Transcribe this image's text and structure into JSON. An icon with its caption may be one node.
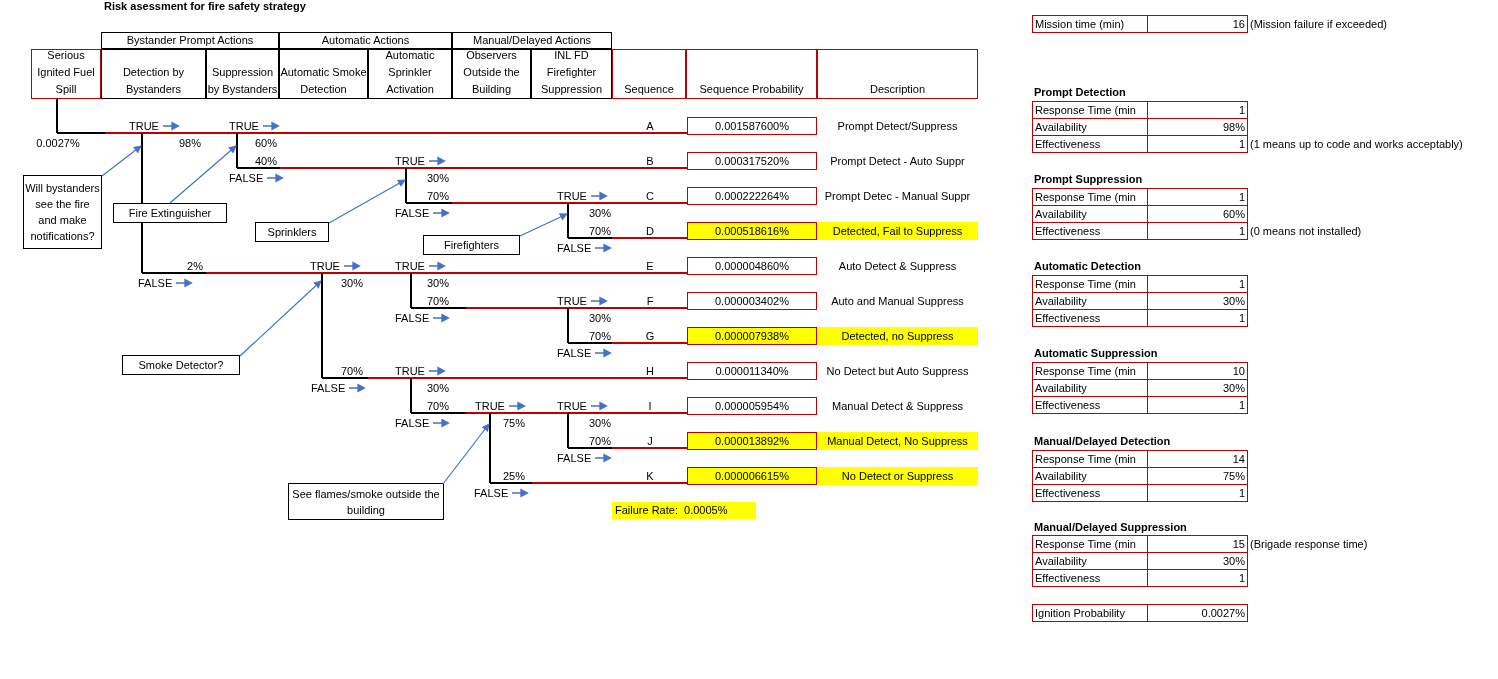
{
  "diagram": {
    "title": "Risk asessment for fire safety strategy",
    "nodes": [
      {
        "text": [
          "Will bystanders see the fire and make notifications?"
        ]
      },
      {
        "text": [
          "Fire Extinguisher"
        ]
      },
      {
        "text": [
          "Sprinklers"
        ]
      },
      {
        "text": [
          "Firefighters"
        ]
      },
      {
        "text": [
          "Smoke Detector?"
        ]
      },
      {
        "text": [
          "See flames/smoke outside the building"
        ]
      },
      {
        "text": [],
        "shape": "line"
      },
      {
        "text": [],
        "shape": "line"
      },
      {
        "text": [],
        "shape": "line"
      },
      {
        "text": [],
        "shape": "line"
      },
      {
        "text": [],
        "shape": "line"
      },
      {
        "text": [],
        "shape": "line"
      }
    ],
    "edges": [
      {
        "from": 0,
        "to": 6,
        "arrow": "to"
      },
      {
        "from": 1,
        "to": 7,
        "arrow": "to"
      },
      {
        "from": 2,
        "to": 9,
        "arrow": "to"
      },
      {
        "from": 3,
        "to": 11,
        "arrow": "to"
      },
      {
        "from": 4,
        "to": 8,
        "arrow": "to"
      },
      {
        "from": 5,
        "to": 10,
        "arrow": "to"
      }
    ],
    "labels": [
      "Bystander Prompt Actions",
      "Automatic Actions",
      "Manual/Delayed Actions",
      "Serious Ignited Fuel Spill",
      "Detection by Bystanders",
      "Suppression by Bystanders",
      "Automatic Smoke Detection",
      "Automatic Sprinkler Activation",
      "Observers Outside the Building",
      "INL FD Firefighter Suppression",
      "Sequence",
      "Sequence Probability",
      "Description",
      "TRUE",
      "TRUE",
      "0.0027%",
      "98%",
      "60%",
      "A",
      "0.001587600%",
      "Prompt Detect/Suppress",
      "40%",
      "TRUE",
      "B",
      "0.000317520%",
      "Prompt Detect - Auto Suppr",
      "FALSE",
      "30%",
      "70%",
      "TRUE",
      "C",
      "0.000222264%",
      "Prompt Detec - Manual Suppr",
      "FALSE",
      "30%",
      "70%",
      "D",
      "0.000518616%",
      "Detected, Fail to Suppress",
      "FALSE",
      "2%",
      "TRUE",
      "TRUE",
      "E",
      "0.000004860%",
      "Auto Detect & Suppress",
      "FALSE",
      "30%",
      "30%",
      "70%",
      "TRUE",
      "F",
      "0.000003402%",
      "Auto and Manual Suppress",
      "FALSE",
      "30%",
      "70%",
      "G",
      "0.000007938%",
      "Detected, no Suppress",
      "FALSE",
      "70%",
      "TRUE",
      "H",
      "0.000011340%",
      "No Detect but Auto Suppress",
      "FALSE",
      "30%",
      "70%",
      "TRUE",
      "TRUE",
      "I",
      "0.000005954%",
      "Manual Detect & Suppress",
      "FALSE",
      "75%",
      "30%",
      "70%",
      "J",
      "0.000013892%",
      "Manual Detect, No Suppress",
      "FALSE",
      "25%",
      "K",
      "0.000006615%",
      "No Detect or Suppress",
      "FALSE",
      "Failure Rate:  0.0005%",
      "Mission time (min)",
      "16",
      "(Mission failure if exceeded)",
      "Prompt Detection",
      "Response Time (min",
      "1",
      "Availability",
      "98%",
      "Effectiveness",
      "1",
      "(1 means up to code and works acceptably)",
      "Prompt Suppression",
      "Response Time (min",
      "1",
      "Availability",
      "60%",
      "Effectiveness",
      "1",
      "(0 means not installed)",
      "Automatic Detection",
      "Response Time (min",
      "1",
      "Availability",
      "30%",
      "Effectiveness",
      "1",
      "Automatic Suppression",
      "Response Time (min",
      "10",
      "Availability",
      "30%",
      "Effectiveness",
      "1",
      "Manual/Delayed Detection",
      "Response Time (min",
      "14",
      "Availability",
      "75%",
      "Effectiveness",
      "1",
      "Manual/Delayed Suppression",
      "Response Time (min",
      "15",
      "(Brigade response time)",
      "Availability",
      "30%",
      "Effectiveness",
      "1",
      "Ignition Probability",
      "0.0027%"
    ]
  }
}
